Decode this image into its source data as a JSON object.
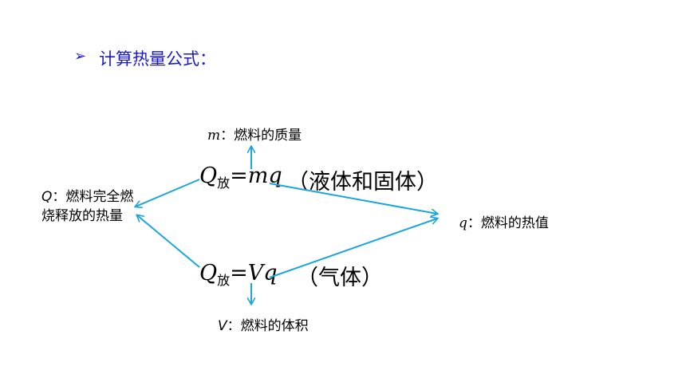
{
  "heading": {
    "bullet": "➢",
    "title": "计算热量公式："
  },
  "labels": {
    "m_var": "m",
    "m_desc": "：燃料的质量",
    "Q_var": "Q",
    "Q_desc": "：燃料完全燃烧释放的热量",
    "q_var": "q",
    "q_desc": "：燃料的热值",
    "V_var": "V",
    "V_desc": "：燃料的体积"
  },
  "formulas": {
    "f1": {
      "Q": "Q",
      "sub": "放",
      "eq": "=",
      "rhs": "mq",
      "note": "（液体和固体）"
    },
    "f2": {
      "Q": "Q",
      "sub": "放",
      "eq": "=",
      "rhs": "Vq",
      "note": "（气体）"
    }
  },
  "colors": {
    "arrow": "#1aa6dc",
    "heading": "#1a1acc"
  },
  "icons": {
    "bullet": "arrowhead-bullet-icon"
  }
}
